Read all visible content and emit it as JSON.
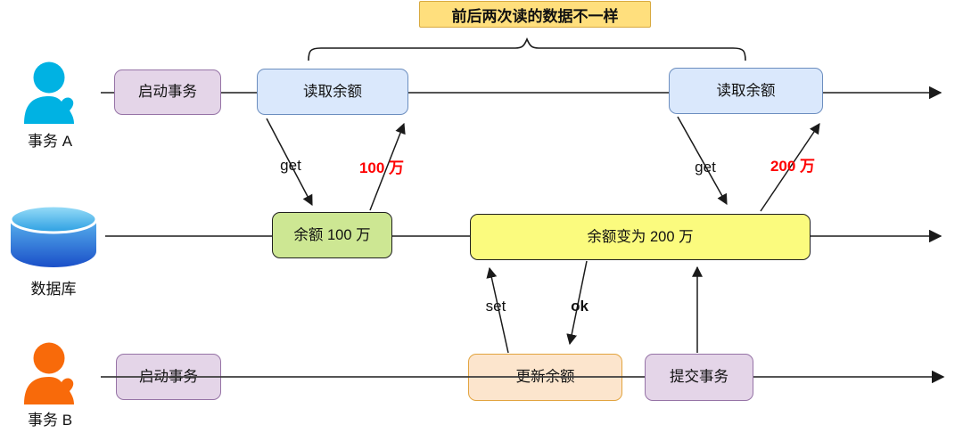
{
  "annotation": {
    "label": "前后两次读的数据不一样"
  },
  "lane_a": {
    "name": "事务 A",
    "start_label": "启动事务",
    "read1_label": "读取余额",
    "read2_label": "读取余额"
  },
  "lane_db": {
    "name": "数据库",
    "state1_label": "余额 100 万",
    "state2_label": "余额变为 200 万"
  },
  "lane_b": {
    "name": "事务 B",
    "start_label": "启动事务",
    "update_label": "更新余额",
    "commit_label": "提交事务"
  },
  "arrow_labels": {
    "get1": "get",
    "value1": "100 万",
    "get2": "get",
    "value2": "200 万",
    "set": "set",
    "ok": "ok"
  },
  "icons": [
    "user-a-icon",
    "database-icon",
    "user-b-icon"
  ],
  "colors": {
    "user_a": "#00B2E3",
    "user_b": "#F86A0A",
    "box_purple_fill": "#E4D5E8",
    "box_purple_stroke": "#9673A6",
    "box_blue_fill": "#DAE8FC",
    "box_blue_stroke": "#6C8EBF",
    "box_green_fill": "#CDE793",
    "box_yellow_fill": "#FBFB7E",
    "box_orange_fill": "#FCE5CD",
    "box_orange_stroke": "#E2A43F",
    "note_fill": "#FFDF7D",
    "value_text": "#FE0000",
    "line": "#3d3d3d"
  }
}
